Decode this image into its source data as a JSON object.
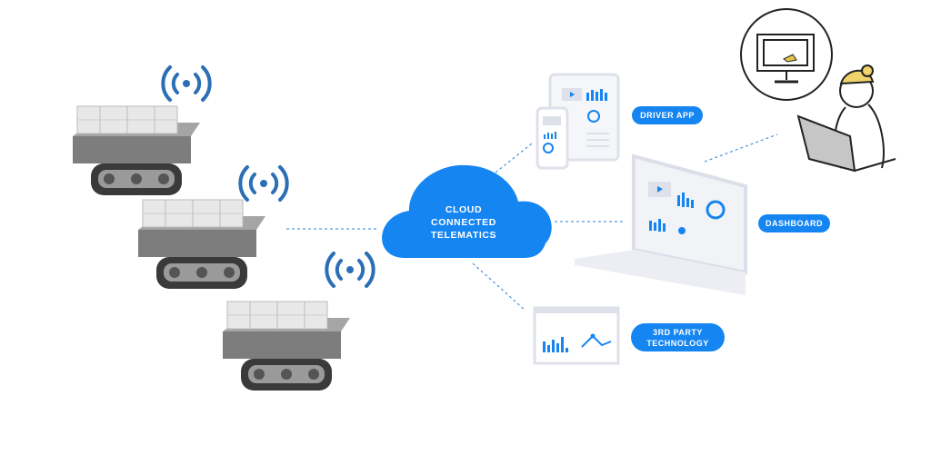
{
  "cloud": {
    "line1": "CLOUD",
    "line2": "CONNECTED",
    "line3": "TELEMATICS"
  },
  "labels": {
    "driver_app": "DRIVER APP",
    "dashboard": "DASHBOARD",
    "third_party_line1": "3RD PARTY",
    "third_party_line2": "TECHNOLOGY"
  },
  "colors": {
    "accent": "#1585f2",
    "wifi": "#2a6fb5",
    "device_frame": "#dfe1ea",
    "robot": "#8a8a8a"
  },
  "icons": [
    "wifi-signal-icon",
    "cloud-icon",
    "tablet-icon",
    "phone-icon",
    "laptop-icon",
    "browser-window-icon",
    "person-at-laptop-illustration",
    "monitor-icon"
  ]
}
